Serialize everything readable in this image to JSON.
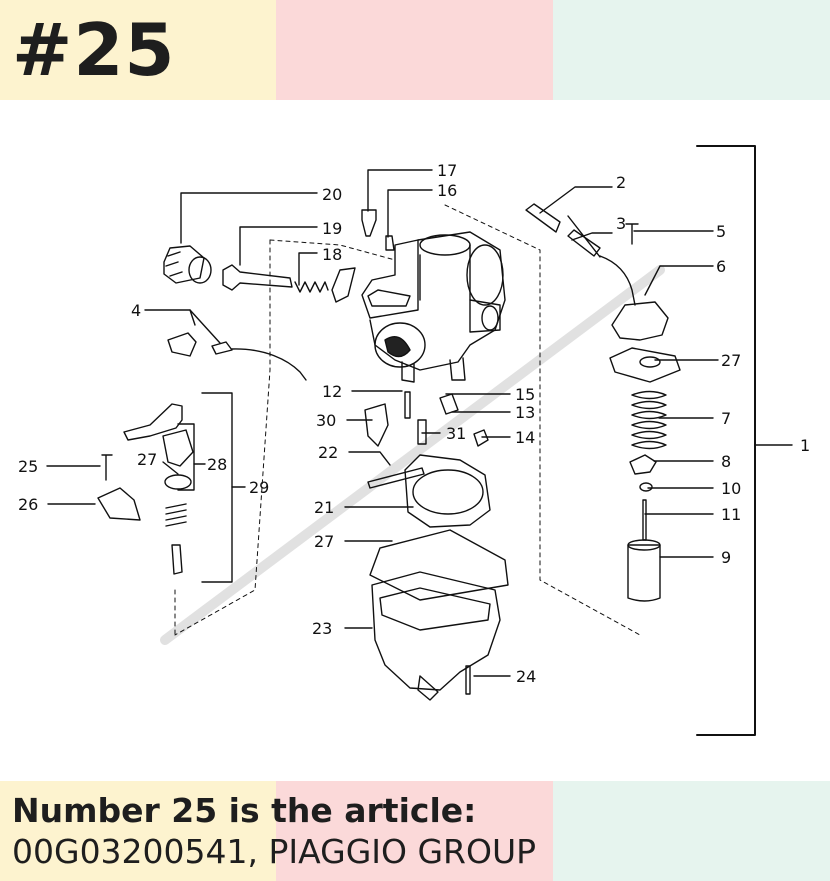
{
  "header": {
    "title": "#25"
  },
  "caption": {
    "headline": "Number 25 is the article:",
    "article_code": "00G03200541, PIAGGIO GROUP"
  },
  "diagram": {
    "callouts": {
      "c1": "1",
      "c2": "2",
      "c3": "3",
      "c4": "4",
      "c5": "5",
      "c6": "6",
      "c7": "7",
      "c8": "8",
      "c9": "9",
      "c10": "10",
      "c11": "11",
      "c12": "12",
      "c13": "13",
      "c14": "14",
      "c15": "15",
      "c16": "16",
      "c17": "17",
      "c18": "18",
      "c19": "19",
      "c20": "20",
      "c21": "21",
      "c22": "22",
      "c23": "23",
      "c24": "24",
      "c25": "25",
      "c26": "26",
      "c27a": "27",
      "c27b": "27",
      "c27c": "27",
      "c28": "28",
      "c29": "29",
      "c30": "30",
      "c31": "31"
    }
  },
  "colors": {
    "band_yellow": "#fdf3cf",
    "band_pink": "#fbd9d9",
    "band_green": "#e6f4ee",
    "text": "#1e1e1e"
  }
}
